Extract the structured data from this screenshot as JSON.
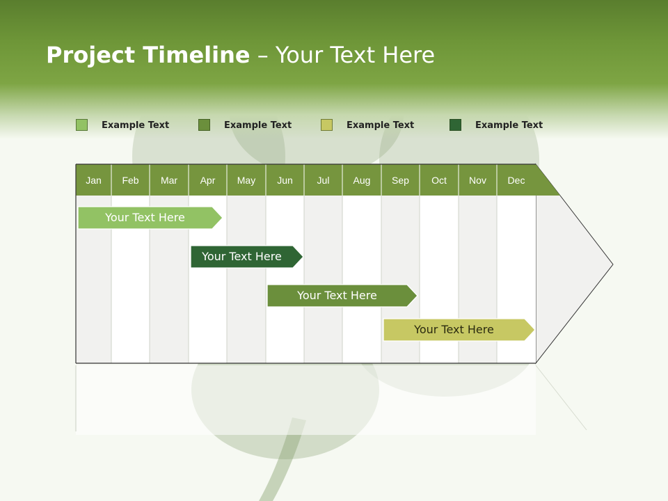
{
  "slide": {
    "title_bold": "Project Timeline",
    "title_rest": " – Your Text Here"
  },
  "colors": {
    "header": "#6e9638",
    "month_header": "#76953e",
    "light_green": "#92c264",
    "mid_green": "#6b8f3c",
    "olive": "#c7c863",
    "dark_green": "#2f6534"
  },
  "legend": [
    {
      "label": "Example Text",
      "color": "#92c264"
    },
    {
      "label": "Example Text",
      "color": "#6b8f3c"
    },
    {
      "label": "Example Text",
      "color": "#c7c863"
    },
    {
      "label": "Example Text",
      "color": "#2f6534"
    }
  ],
  "timeline": {
    "months": [
      "Jan",
      "Feb",
      "Mar",
      "Apr",
      "May",
      "Jun",
      "Jul",
      "Aug",
      "Sep",
      "Oct",
      "Nov",
      "Dec"
    ],
    "tasks": [
      {
        "label": "Your  Text Here",
        "color": "#92c264",
        "text_color": "#ffffff"
      },
      {
        "label": "Your  Text Here",
        "color": "#2f6534",
        "text_color": "#ffffff"
      },
      {
        "label": "Your  Text Here",
        "color": "#6b8f3c",
        "text_color": "#ffffff"
      },
      {
        "label": "Your  Text Here",
        "color": "#c7c863",
        "text_color": "#2b2b10"
      }
    ]
  }
}
